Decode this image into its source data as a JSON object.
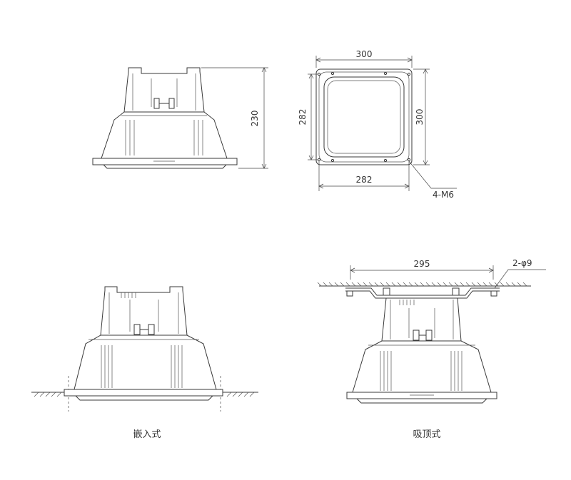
{
  "dimensions": {
    "top_view_width": "300",
    "top_view_height": "300",
    "top_view_inner_width": "282",
    "top_view_inner_height": "282",
    "side_view_height": "230",
    "bolt_callout": "4-M6",
    "mount_span": "295",
    "hole_callout": "2-φ9"
  },
  "captions": {
    "recessed": "嵌入式",
    "ceiling": "吸顶式"
  }
}
